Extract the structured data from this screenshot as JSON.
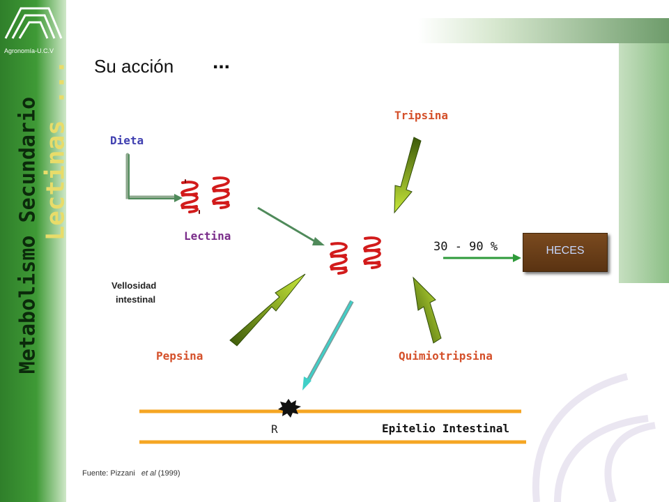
{
  "sidebar": {
    "brand": "Agronomía-U.C.V",
    "vertical_title": "Metabolismo Secundario",
    "vertical_subtitle": "Lectinas ..."
  },
  "slide": {
    "title": "Su acción",
    "title_ellipsis": "..."
  },
  "labels": {
    "dieta": "Dieta",
    "lectina": "Lectina",
    "tripsina": "Tripsina",
    "percentage": "30 - 90 %",
    "heces": "HECES",
    "vellosidad_line1": "Vellosidad",
    "vellosidad_line2": "intestinal",
    "pepsina": "Pepsina",
    "quimiotripsina": "Quimiotripsina",
    "receptor": "R",
    "epitelio": "Epitelio Intestinal"
  },
  "source": {
    "prefix": "Fuente: Pizzani",
    "etal": "et al",
    "year": "(1999)"
  },
  "colors": {
    "sidebar_green": "#3f9a36",
    "title_gold": "#e8dc6a",
    "tripsina": "#d4502a",
    "lectina": "#7a2d8a",
    "dieta": "#3f3fb0",
    "orange_line": "#f5a623",
    "heces_box": "#6b3f18"
  }
}
